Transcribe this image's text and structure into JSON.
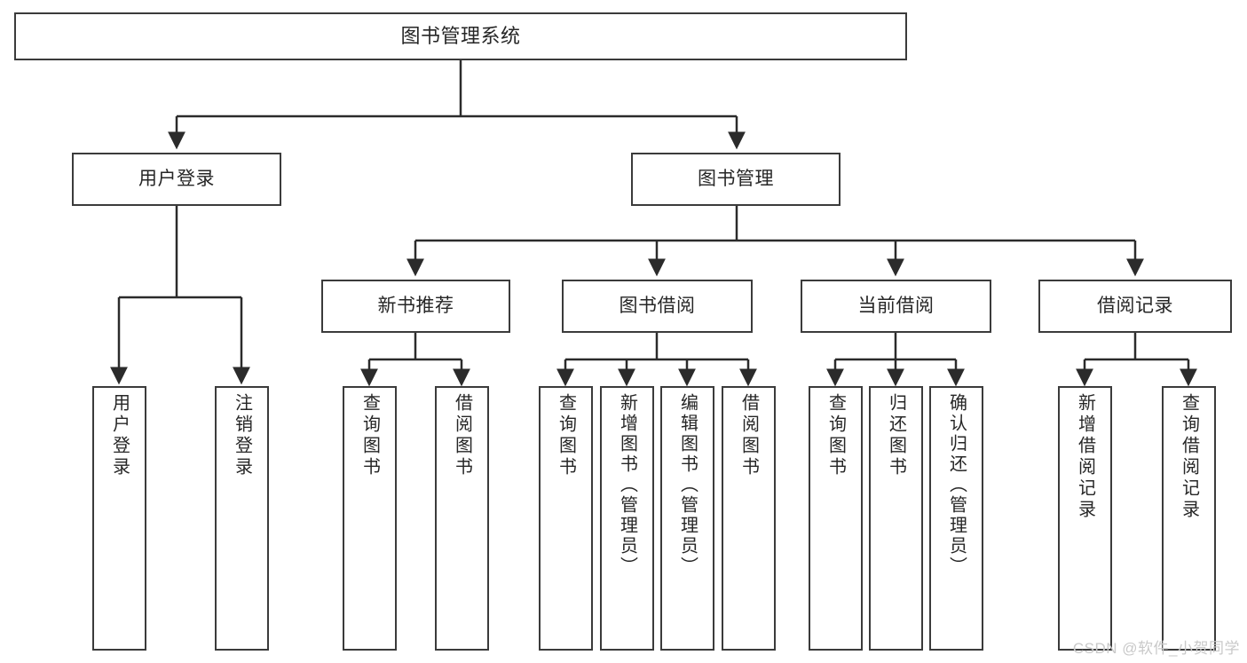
{
  "diagram": {
    "title": "图书管理系统",
    "type": "hierarchy-tree",
    "watermark": "CSDN @软件_小贺同学",
    "colors": {
      "box_border": "#3b3b3b",
      "box_fill": "#ffffff",
      "edge": "#2b2b2b",
      "text": "#262626",
      "watermark": "#c9c9c9"
    },
    "root": {
      "label": "图书管理系统"
    },
    "level2": [
      {
        "label": "用户登录"
      },
      {
        "label": "图书管理"
      }
    ],
    "level3": [
      {
        "label": "新书推荐"
      },
      {
        "label": "图书借阅"
      },
      {
        "label": "当前借阅"
      },
      {
        "label": "借阅记录"
      }
    ],
    "leaves": {
      "user_login": [
        {
          "label": "用户登录"
        },
        {
          "label": "注销登录"
        }
      ],
      "new_book": [
        {
          "label": "查询图书"
        },
        {
          "label": "借阅图书"
        }
      ],
      "book_borrow": [
        {
          "label": "查询图书"
        },
        {
          "label": "新增图书（管理员）"
        },
        {
          "label": "编辑图书（管理员）"
        },
        {
          "label": "借阅图书"
        }
      ],
      "current_borrow": [
        {
          "label": "查询图书"
        },
        {
          "label": "归还图书"
        },
        {
          "label": "确认归还（管理员）"
        }
      ],
      "borrow_record": [
        {
          "label": "新增借阅记录"
        },
        {
          "label": "查询借阅记录"
        }
      ]
    }
  }
}
